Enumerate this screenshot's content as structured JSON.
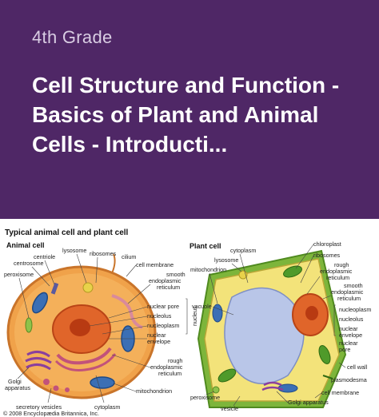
{
  "card": {
    "grade": "4th Grade",
    "title": "Cell Structure and Function - Basics of Plant and Animal Cells - Introducti..."
  },
  "diagram": {
    "heading": "Typical animal cell and plant cell",
    "animal": {
      "title": "Animal cell",
      "labels": {
        "centriole": "centriole",
        "lysosome": "lysosome",
        "ribosomes": "ribosomes",
        "cilium": "cilium",
        "centrosome": "centrosome",
        "cell_membrane": "cell membrane",
        "peroxisome": "peroxisome",
        "smooth_er_1": "smooth",
        "smooth_er_2": "endoplasmic",
        "smooth_er_3": "reticulum",
        "nuclear_pore": "nuclear pore",
        "nucleolus": "nucleolus",
        "nucleoplasm": "nucleoplasm",
        "nuclear_envelope_1": "nuclear",
        "nuclear_envelope_2": "envelope",
        "nucleus": "nucleus",
        "rough_er_1": "rough",
        "rough_er_2": "endoplasmic",
        "rough_er_3": "reticulum",
        "golgi_1": "Golgi",
        "golgi_2": "apparatus",
        "mitochondrion": "mitochondrion",
        "secretory_vesicles": "secretory vesicles",
        "cytoplasm": "cytoplasm"
      }
    },
    "plant": {
      "title": "Plant cell",
      "labels": {
        "chloroplast": "chloroplast",
        "cytoplasm": "cytoplasm",
        "ribosomes": "ribosomes",
        "lysosome": "lysosome",
        "rough_er_1": "rough",
        "rough_er_2": "endoplasmic",
        "rough_er_3": "reticulum",
        "mitochondrion": "mitochondrion",
        "smooth_er_1": "smooth",
        "smooth_er_2": "endoplasmic",
        "smooth_er_3": "reticulum",
        "vacuole": "vacuole",
        "nucleoplasm": "nucleoplasm",
        "nucleolus": "nucleolus",
        "nuclear_envelope_1": "nuclear",
        "nuclear_envelope_2": "envelope",
        "nuclear_pore_1": "nuclear",
        "nuclear_pore_2": "pore",
        "cell_wall": "cell wall",
        "plasmodesma": "plasmodesma",
        "peroxisome": "peroxisome",
        "cell_membrane": "cell membrane",
        "golgi": "Golgi apparatus",
        "vesicle": "vesicle"
      }
    },
    "copyright": "© 2008 Encyclopædia Britannica, Inc."
  },
  "colors": {
    "header_bg": "#4f2766",
    "grade_text": "#d9cde3",
    "title_text": "#ffffff",
    "animal_cytoplasm": "#f0a24a",
    "plant_cell_wall": "#7db53b",
    "plant_vacuole": "#b9c6e8",
    "nucleus": "#e0652a"
  }
}
